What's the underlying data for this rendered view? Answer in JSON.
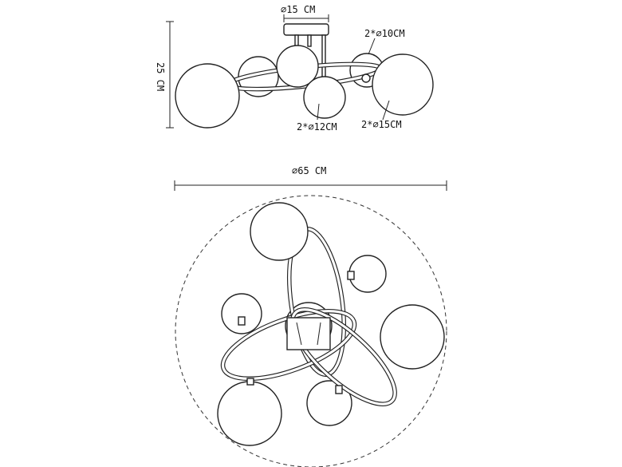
{
  "labels": {
    "canopy_diameter": "⌀15 CM",
    "height": "25 CM",
    "globe_small": "2*⌀10CM",
    "globe_medium": "2*⌀12CM",
    "globe_large": "2*⌀15CM",
    "overall_diameter": "⌀65 CM"
  }
}
